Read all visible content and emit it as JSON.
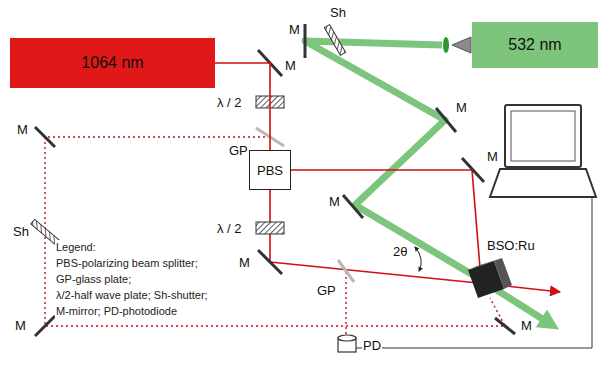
{
  "diagram": {
    "nodes": [
      {
        "text": [
          "1064 nm"
        ]
      },
      {
        "text": [
          "532 nm"
        ]
      },
      {
        "text": [
          "PBS"
        ]
      }
    ],
    "edges": [
      {
        "from": 0,
        "to": 2,
        "arrow": "none"
      }
    ],
    "labels": [
      "M",
      "M",
      "Sh",
      "λ / 2",
      "M",
      "GP",
      "M",
      "M",
      "M",
      "Sh",
      "λ / 2",
      "M",
      "2θ",
      "BSO:Ru",
      "GP",
      "PD",
      "M",
      "M",
      "Legend:",
      "PBS-polarizing beam splitter;",
      "GP-glass plate;",
      "λ/2-half wave plate; Sh-shutter;",
      "M-mirror; PD-photodiode"
    ]
  }
}
